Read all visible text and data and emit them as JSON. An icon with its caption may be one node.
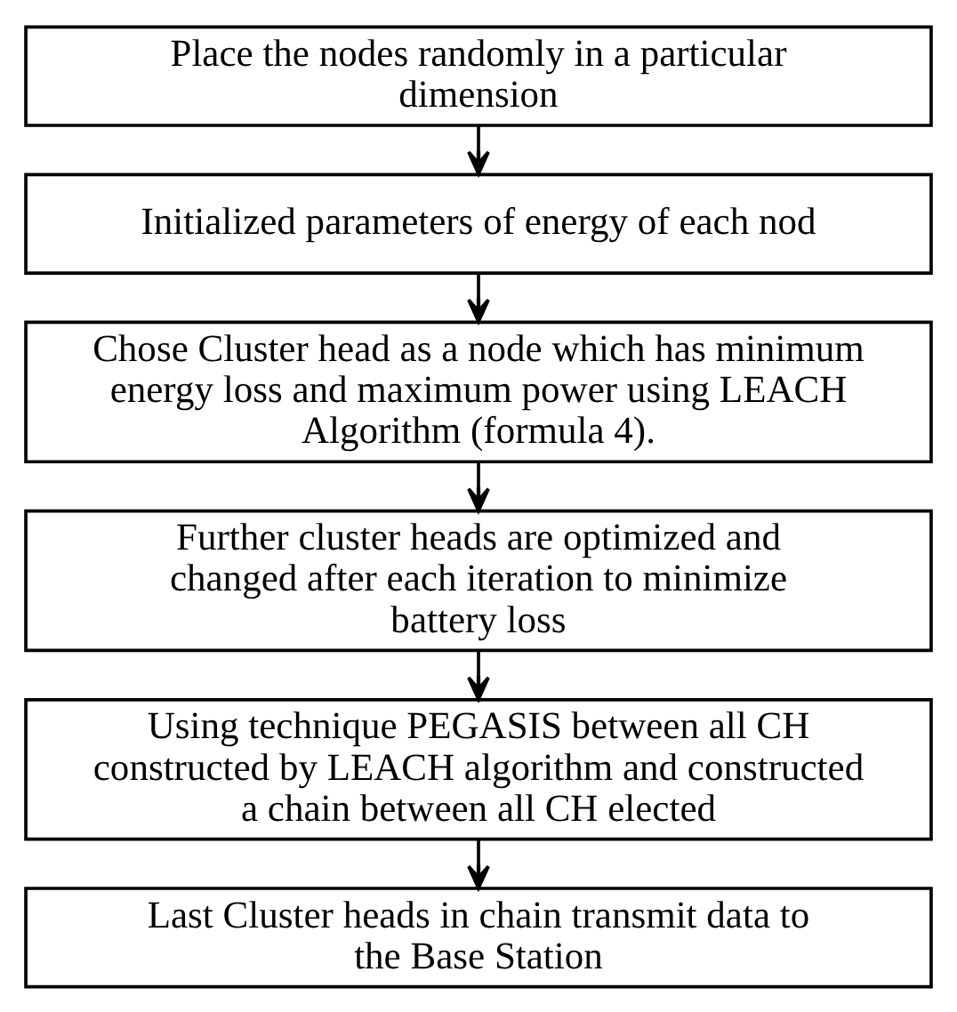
{
  "diagram": {
    "nodes": [
      {
        "text": [
          "Place the nodes randomly in a particular dimension"
        ]
      },
      {
        "text": [
          "Initialized parameters of energy of each nod"
        ]
      },
      {
        "text": [
          "Chose Cluster head as a node which has minimum energy loss and maximum power using LEACH Algorithm (formula 4)."
        ]
      },
      {
        "text": [
          "Further cluster heads are optimized and changed after each iteration to minimize battery loss"
        ]
      },
      {
        "text": [
          "Using technique PEGASIS between all CH constructed by LEACH algorithm and constructed a chain between all CH elected"
        ]
      },
      {
        "text": [
          "Last Cluster heads in chain transmit data to the Base Station"
        ]
      }
    ],
    "edges": [
      {
        "from": 0,
        "to": 1,
        "arrow": "to"
      },
      {
        "from": 1,
        "to": 2,
        "arrow": "to"
      },
      {
        "from": 2,
        "to": 3,
        "arrow": "to"
      },
      {
        "from": 3,
        "to": 4,
        "arrow": "to"
      },
      {
        "from": 4,
        "to": 5,
        "arrow": "to"
      }
    ]
  }
}
